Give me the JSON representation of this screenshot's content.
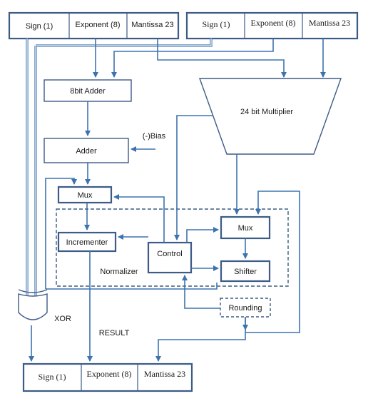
{
  "inputs": {
    "a": {
      "sign": "Sign (1)",
      "exponent": "Exponent (8)",
      "mantissa": "Mantissa 23"
    },
    "b": {
      "sign": "Sign (1)",
      "exponent": "Exponent (8)",
      "mantissa": "Mantissa 23"
    }
  },
  "blocks": {
    "adder8": "8bit Adder",
    "multiplier": "24 bit Multiplier",
    "bias": "(-)Bias",
    "adder": "Adder",
    "mux_left": "Mux",
    "mux_right": "Mux",
    "incrementer": "Incrementer",
    "control": "Control",
    "normalizer": "Normalizer",
    "shifter": "Shifter",
    "rounding": "Rounding",
    "xor": "XOR",
    "result": "RESULT"
  },
  "output": {
    "sign": "Sign (1)",
    "exponent": "Exponent (8)",
    "mantissa": "Mantissa 23"
  },
  "colors": {
    "wire": "#3d73ad",
    "box_stroke": "#3c5b86"
  }
}
